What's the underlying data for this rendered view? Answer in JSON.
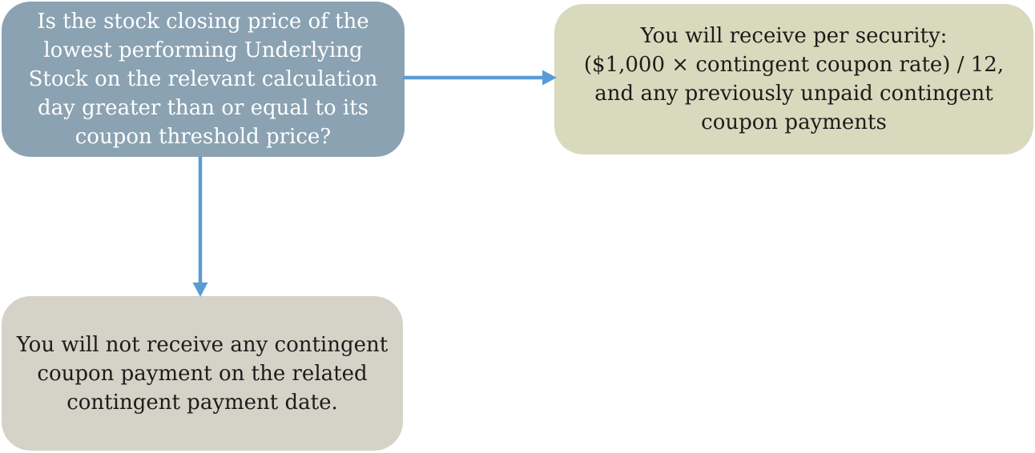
{
  "colors": {
    "background": "#ffffff",
    "question_box_bg": "#8aa2b2",
    "question_box_text": "#ffffff",
    "receive_box_bg": "#d9dabd",
    "no_receive_box_bg": "#d5d2c7",
    "answer_text": "#1c1c1c",
    "arrow": "#5b9bd5"
  },
  "flowchart": {
    "question_box": {
      "text": "Is the stock closing price of the lowest performing Underlying Stock on the relevant calculation day greater than or equal to its coupon threshold price?",
      "lines": [
        "Is the stock closing price of the",
        "lowest performing Underlying",
        "Stock on the relevant calculation",
        "day greater than or equal to its",
        "coupon threshold price?"
      ]
    },
    "receive_box": {
      "text": "You will receive per security: ($1,000 × contingent coupon rate) / 12, and any previously unpaid contingent coupon payments",
      "lines": [
        "You will receive per security:",
        "($1,000 × contingent coupon rate) / 12,",
        "and any previously unpaid contingent",
        "coupon payments"
      ]
    },
    "no_receive_box": {
      "text": "You will not receive any contingent coupon payment on the related contingent payment date.",
      "lines": [
        "You will not receive any contingent",
        "coupon payment on the related",
        "contingent payment date."
      ]
    },
    "arrows": [
      {
        "name": "question-to-receive-arrow",
        "direction": "right"
      },
      {
        "name": "question-to-no-receive-arrow",
        "direction": "down"
      }
    ]
  }
}
